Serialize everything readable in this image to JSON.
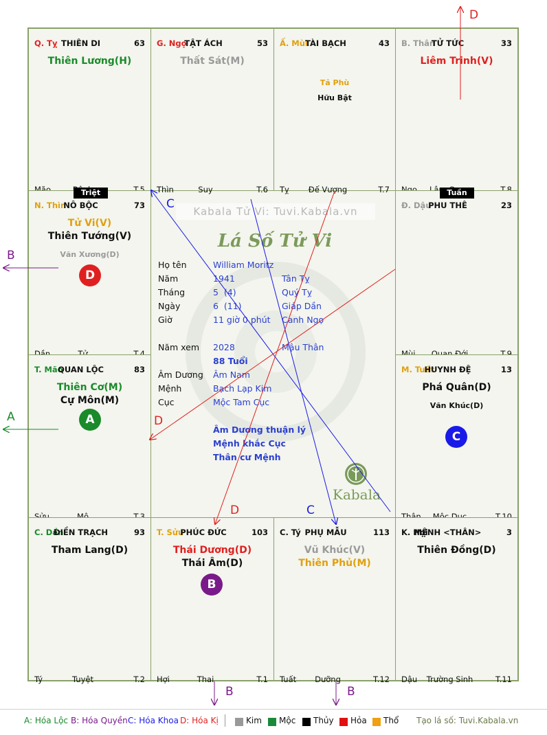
{
  "watermark": "Kabala Tử Vi: Tuvi.Kabala.vn",
  "watermark_title": "Lá Số Tử Vi",
  "logo_text": "Kabala",
  "cells": {
    "ty_top": {
      "branch": "Q. Tỵ",
      "branch_color": "#e02020",
      "name": "THIÊN DI",
      "score": "63",
      "stars": [
        {
          "text": "Thiên Lương(H)",
          "color": "#1a8a2a"
        }
      ],
      "minors": [],
      "b1": "Mão",
      "b2": "Bệnh",
      "b3": "T.5"
    },
    "ngo": {
      "branch": "G. Ngọ",
      "branch_color": "#e02020",
      "name": "TẬT ÁCH",
      "score": "53",
      "stars": [
        {
          "text": "Thất Sát(M)",
          "color": "#9a9a9a"
        }
      ],
      "minors": [],
      "b1": "Thìn",
      "b2": "Suy",
      "b3": "T.6"
    },
    "mui": {
      "branch": "Ấ. Mùi",
      "branch_color": "#e0a010",
      "name": "TÀI BẠCH",
      "score": "43",
      "stars": [],
      "minors": [
        {
          "text": "Tả Phù",
          "color": "#e0a010"
        },
        {
          "text": "Hữu Bật",
          "color": "#111"
        }
      ],
      "b1": "Tỵ",
      "b2": "Đế Vượng",
      "b3": "T.7"
    },
    "than_top": {
      "branch": "B. Thân",
      "branch_color": "#9a9a9a",
      "name": "TỬ TỨC",
      "score": "33",
      "stars": [
        {
          "text": "Liêm Trinh(V)",
          "color": "#e02020"
        }
      ],
      "minors": [],
      "b1": "Ngọ",
      "b2": "Lâm Quan",
      "b3": "T.8"
    },
    "thin": {
      "branch": "N. Thìn",
      "branch_color": "#e0a010",
      "name": "NÔ BỘC",
      "score": "73",
      "stars": [
        {
          "text": "Tử Vi(V)",
          "color": "#e0a010"
        },
        {
          "text": "Thiên Tướng(V)",
          "color": "#111"
        }
      ],
      "minors": [
        {
          "text": "Văn Xương(D)",
          "color": "#9a9a9a"
        }
      ],
      "b1": "Dần",
      "b2": "Tử",
      "b3": "T.4"
    },
    "dau": {
      "branch": "Đ. Dậu",
      "branch_color": "#9a9a9a",
      "name": "PHU THÊ",
      "score": "23",
      "stars": [],
      "minors": [],
      "b1": "Mùi",
      "b2": "Quan Đới",
      "b3": "T.9"
    },
    "mao": {
      "branch": "T. Mão",
      "branch_color": "#1a8a2a",
      "name": "QUAN LỘC",
      "score": "83",
      "stars": [
        {
          "text": "Thiên Cơ(M)",
          "color": "#1a8a2a"
        },
        {
          "text": "Cự Môn(M)",
          "color": "#111"
        }
      ],
      "minors": [],
      "b1": "Sửu",
      "b2": "Mộ",
      "b3": "T.3"
    },
    "tuat": {
      "branch": "M. Tuất",
      "branch_color": "#e0a010",
      "name": "HUYNH ĐỆ",
      "score": "13",
      "stars": [
        {
          "text": "Phá Quân(D)",
          "color": "#111"
        }
      ],
      "minors": [
        {
          "text": "Văn Khúc(D)",
          "color": "#111"
        }
      ],
      "b1": "Thân",
      "b2": "Mộc Dục",
      "b3": "T.10"
    },
    "dan": {
      "branch": "C. Dần",
      "branch_color": "#1a8a2a",
      "name": "ĐIỀN TRẠCH",
      "score": "93",
      "stars": [
        {
          "text": "Tham Lang(D)",
          "color": "#111"
        }
      ],
      "minors": [],
      "b1": "Tý",
      "b2": "Tuyệt",
      "b3": "T.2"
    },
    "suu": {
      "branch": "T. Sửu",
      "branch_color": "#e0a010",
      "name": "PHÚC ĐỨC",
      "score": "103",
      "stars": [
        {
          "text": "Thái Dương(D)",
          "color": "#e02020"
        },
        {
          "text": "Thái Âm(D)",
          "color": "#111"
        }
      ],
      "minors": [],
      "b1": "Hợi",
      "b2": "Thai",
      "b3": "T.1"
    },
    "ty_bot": {
      "branch": "C. Tý",
      "branch_color": "#111",
      "name": "PHỤ MẪU",
      "score": "113",
      "stars": [
        {
          "text": "Vũ Khúc(V)",
          "color": "#9a9a9a"
        },
        {
          "text": "Thiên Phủ(M)",
          "color": "#e0a010"
        }
      ],
      "minors": [],
      "b1": "Tuất",
      "b2": "Dưỡng",
      "b3": "T.12"
    },
    "hoi": {
      "branch": "K. Hợi",
      "branch_color": "#111",
      "name": "MỆNH <THÂN>",
      "score": "3",
      "stars": [
        {
          "text": "Thiên Đồng(D)",
          "color": "#111"
        }
      ],
      "minors": [],
      "b1": "Dậu",
      "b2": "Trường Sinh",
      "b3": "T.11"
    }
  },
  "badges": {
    "triet": "Triệt",
    "tuan": "Tuần"
  },
  "circles": [
    {
      "letter": "D",
      "color": "#e02020"
    },
    {
      "letter": "A",
      "color": "#1a8a2a"
    },
    {
      "letter": "C",
      "color": "#1a1ae8"
    },
    {
      "letter": "B",
      "color": "#7a1a8a"
    }
  ],
  "info": {
    "ho_ten_lbl": "Họ tên",
    "ho_ten": "William Moritz",
    "nam_lbl": "Năm",
    "nam": "1941",
    "nam_can": "Tân Tỵ",
    "thang_lbl": "Tháng",
    "thang": "5  (4)",
    "thang_can": "Quý Tỵ",
    "ngay_lbl": "Ngày",
    "ngay": "6  (11)",
    "ngay_can": "Giáp Dần",
    "gio_lbl": "Giờ",
    "gio": "11 giờ 0 phút",
    "gio_can": "Canh Ngọ",
    "namxem_lbl": "Năm xem",
    "namxem": "2028",
    "namxem_can": "Mậu Thân",
    "tuoi": "88 Tuổi",
    "amduong_lbl": "Âm Dương",
    "amduong": "Âm Nam",
    "menh_lbl": "Mệnh",
    "menh": "Bạch Lạp Kim",
    "cuc_lbl": "Cục",
    "cuc": "Mộc Tam Cục",
    "note1": "Âm Dương thuận lý",
    "note2": "Mệnh khắc Cục",
    "note3": "Thân cư Mệnh"
  },
  "arrow_labels": [
    "D",
    "B",
    "A",
    "B",
    "B",
    "C",
    "C",
    "D",
    "D"
  ],
  "legend": {
    "a": "A: Hóa Lộc",
    "b": "B: Hóa Quyền",
    "c": "C: Hóa Khoa",
    "d": "D: Hóa Kị",
    "kim": "Kim",
    "moc": "Mộc",
    "thuy": "Thủy",
    "hoa": "Hỏa",
    "tho": "Thổ",
    "credit": "Tạo lá số: Tuvi.Kabala.vn",
    "colors": {
      "kim": "#999999",
      "moc": "#1a8a3a",
      "thuy": "#000000",
      "hoa": "#e01010",
      "tho": "#f0a010",
      "credit": "#6a7a4a"
    }
  }
}
